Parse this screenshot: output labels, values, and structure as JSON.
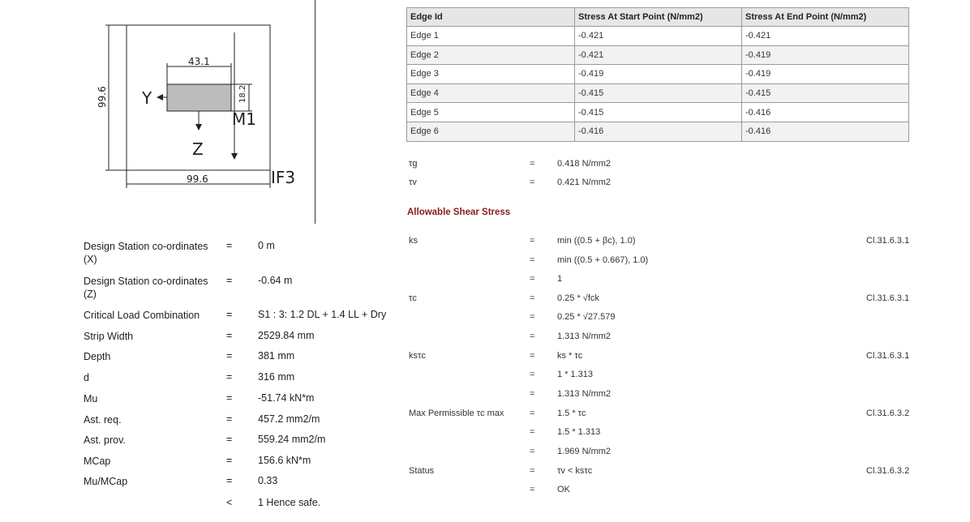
{
  "sketch": {
    "dim_top": "43.1",
    "dim_bottom": "99.6",
    "dim_left": "99.6",
    "dim_side": "18.2",
    "axis_y": "Y",
    "axis_z": "Z",
    "moment_label": "M1",
    "footing_label": "IF3"
  },
  "design": [
    {
      "label": "Design Station co-ordinates (X)",
      "eq": "=",
      "value": "0 m"
    },
    {
      "label": "Design Station co-ordinates (Z)",
      "eq": "=",
      "value": "-0.64 m"
    },
    {
      "label": "Critical Load Combination",
      "eq": "=",
      "value": "S1 : 3: 1.2 DL + 1.4 LL + Dry"
    },
    {
      "label": "Strip Width",
      "eq": "=",
      "value": "2529.84 mm"
    },
    {
      "label": "Depth",
      "eq": "=",
      "value": "381 mm"
    },
    {
      "label": "d",
      "eq": "=",
      "value": "316 mm"
    },
    {
      "label": "Mu",
      "eq": "=",
      "value": "-51.74 kN*m"
    },
    {
      "label": "Ast. req.",
      "eq": "=",
      "value": "457.2 mm2/m"
    },
    {
      "label": "Ast. prov.",
      "eq": "=",
      "value": "559.24 mm2/m"
    },
    {
      "label": "MCap",
      "eq": "=",
      "value": "156.6 kN*m"
    },
    {
      "label": "Mu/MCap",
      "eq": "=",
      "value": "0.33"
    },
    {
      "label": "",
      "eq": "<",
      "value": "1 Hence safe."
    }
  ],
  "edge_table": {
    "headers": [
      "Edge Id",
      "Stress At Start Point (N/mm2)",
      "Stress At End Point (N/mm2)"
    ],
    "rows": [
      [
        "Edge 1",
        "-0.421",
        "-0.421"
      ],
      [
        "Edge 2",
        "-0.421",
        "-0.419"
      ],
      [
        "Edge 3",
        "-0.419",
        "-0.419"
      ],
      [
        "Edge 4",
        "-0.415",
        "-0.415"
      ],
      [
        "Edge 5",
        "-0.415",
        "-0.416"
      ],
      [
        "Edge 6",
        "-0.416",
        "-0.416"
      ]
    ]
  },
  "stresses": [
    {
      "label": "τg",
      "eq": "=",
      "value": "0.418 N/mm2"
    },
    {
      "label": "τv",
      "eq": "=",
      "value": "0.421 N/mm2"
    }
  ],
  "allowable_heading": "Allowable Shear Stress",
  "allowable": [
    {
      "label": "ks",
      "eq": "=",
      "value": "min ((0.5 + βc), 1.0)",
      "clause": "Cl.31.6.3.1"
    },
    {
      "label": "",
      "eq": "=",
      "value": "min ((0.5 + 0.667), 1.0)",
      "clause": ""
    },
    {
      "label": "",
      "eq": "=",
      "value": "1",
      "clause": ""
    },
    {
      "label": "τc",
      "eq": "=",
      "value": "0.25 * √fck",
      "clause": "Cl.31.6.3.1"
    },
    {
      "label": "",
      "eq": "=",
      "value": "0.25 * √27.579",
      "clause": ""
    },
    {
      "label": "",
      "eq": "=",
      "value": "1.313 N/mm2",
      "clause": ""
    },
    {
      "label": "ksτc",
      "eq": "=",
      "value": "ks * τc",
      "clause": "Cl.31.6.3.1"
    },
    {
      "label": "",
      "eq": "=",
      "value": "1 * 1.313",
      "clause": ""
    },
    {
      "label": "",
      "eq": "=",
      "value": "1.313 N/mm2",
      "clause": ""
    },
    {
      "label": "Max Permissible τc max",
      "eq": "=",
      "value": "1.5 * τc",
      "clause": "Cl.31.6.3.2"
    },
    {
      "label": "",
      "eq": "=",
      "value": "1.5 * 1.313",
      "clause": ""
    },
    {
      "label": "",
      "eq": "=",
      "value": "1.969 N/mm2",
      "clause": ""
    },
    {
      "label": "Status",
      "eq": "=",
      "value": "τv < ksτc",
      "clause": "Cl.31.6.3.2"
    },
    {
      "label": "",
      "eq": "=",
      "value": "OK",
      "clause": ""
    }
  ]
}
